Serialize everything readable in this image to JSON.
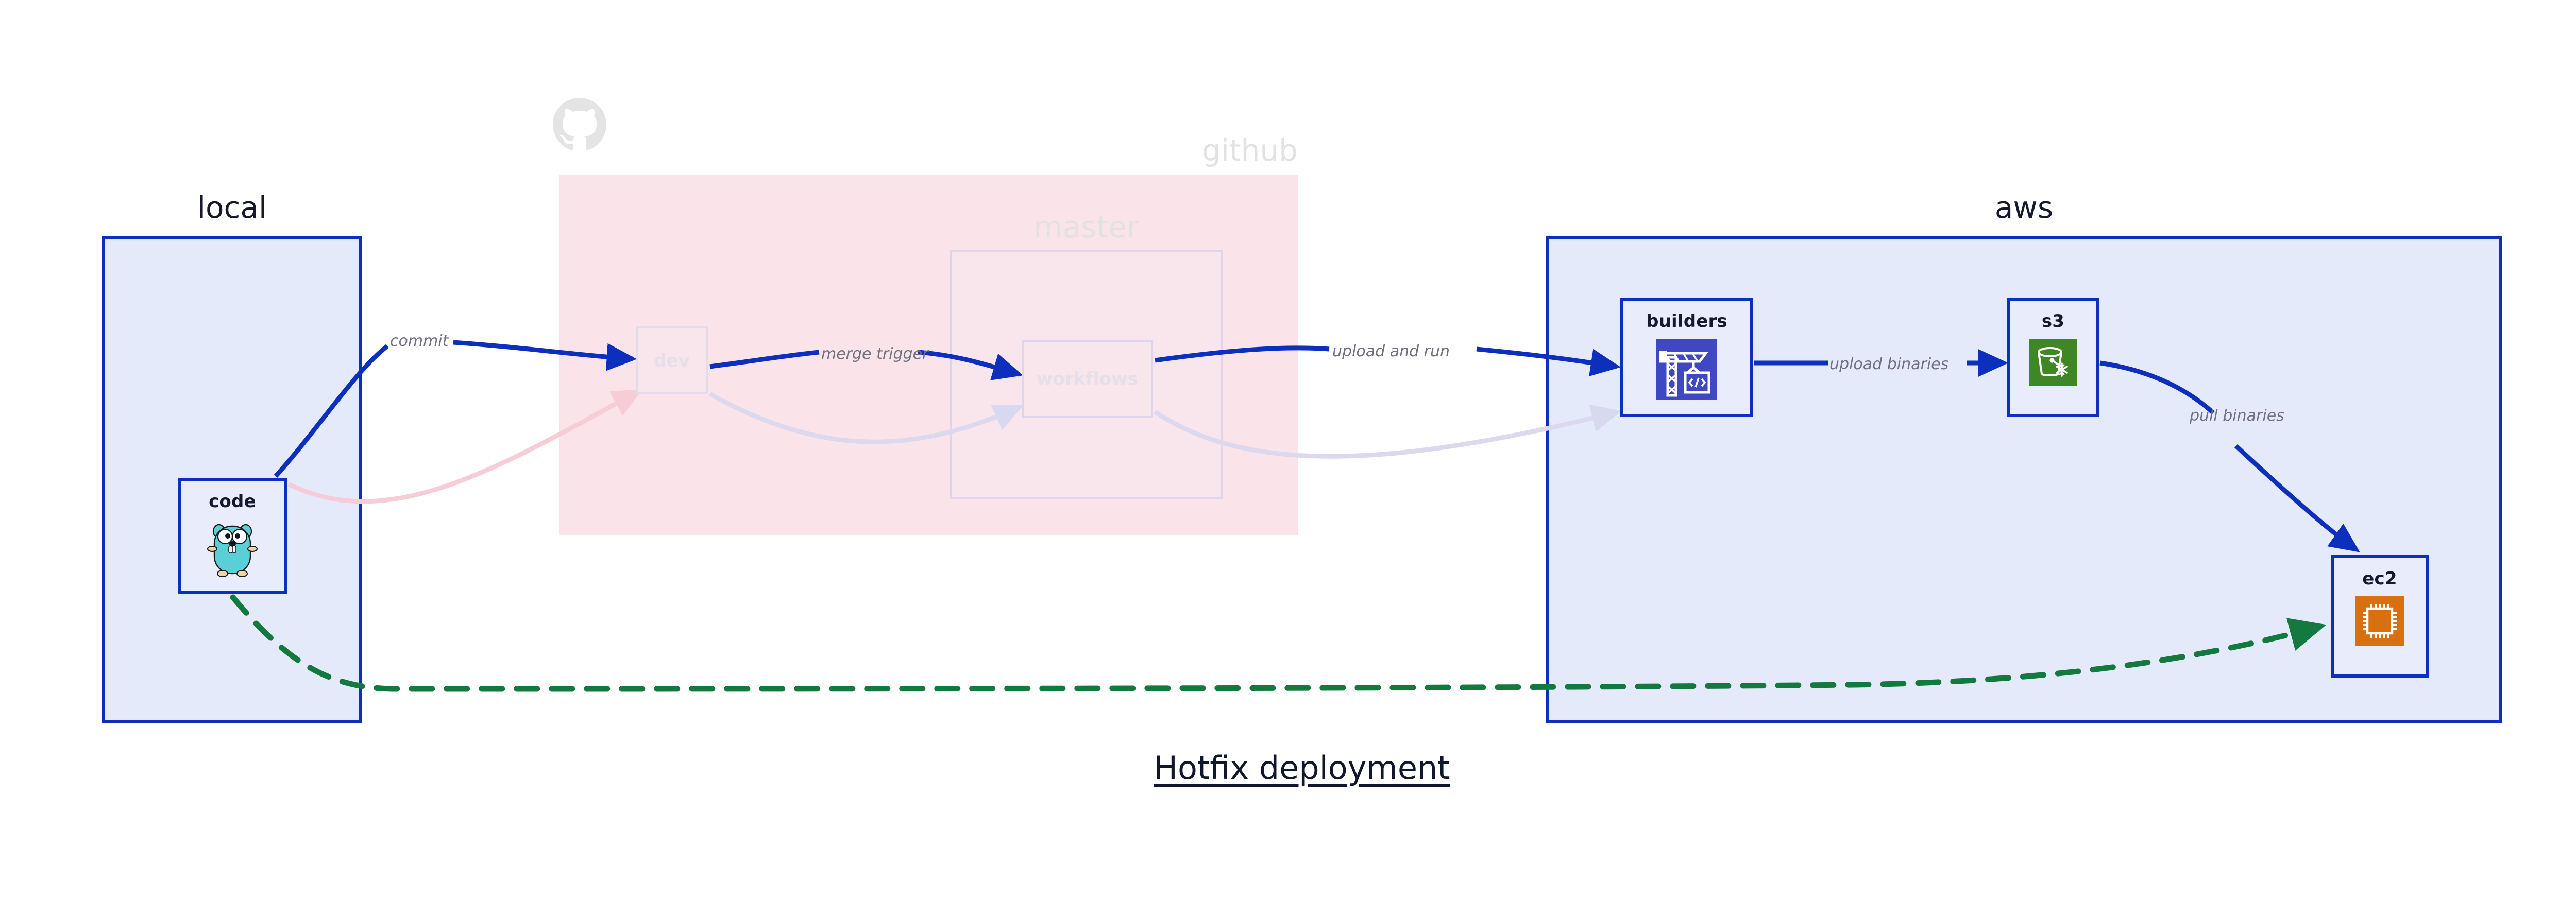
{
  "diagram": {
    "title": "Hotfix deployment",
    "clusters": [
      {
        "id": "local",
        "label": "local",
        "fill": "#e5eafb",
        "stroke": "#0d2fbd",
        "faded": false
      },
      {
        "id": "github",
        "label": "github",
        "fill": "#fae3e9",
        "stroke": "none",
        "faded": true
      },
      {
        "id": "master",
        "label": "master",
        "fill": "#f8e6ec",
        "stroke": "#ded5ea",
        "faded": true
      },
      {
        "id": "aws",
        "label": "aws",
        "fill": "#e5eafb",
        "stroke": "#0d2fbd",
        "faded": false
      }
    ],
    "nodes": [
      {
        "id": "code",
        "label": "code",
        "icon": "go-gopher-icon",
        "cluster": "local",
        "faded": false
      },
      {
        "id": "dev",
        "label": "dev",
        "icon": "none",
        "cluster": "github",
        "faded": true
      },
      {
        "id": "workflows",
        "label": "workflows",
        "icon": "none",
        "cluster": "master",
        "faded": true
      },
      {
        "id": "builders",
        "label": "builders",
        "icon": "aws-codebuild-icon",
        "cluster": "aws",
        "faded": false
      },
      {
        "id": "s3",
        "label": "s3",
        "icon": "aws-s3-glacier-icon",
        "cluster": "aws",
        "faded": false
      },
      {
        "id": "ec2",
        "label": "ec2",
        "icon": "aws-ec2-icon",
        "cluster": "aws",
        "faded": false
      }
    ],
    "edges": [
      {
        "id": "commit",
        "label": "commit",
        "from": "code",
        "to": "dev",
        "style": "solid",
        "color": "#0d2fbd"
      },
      {
        "id": "merge",
        "label": "merge trigger",
        "from": "dev",
        "to": "workflows",
        "style": "solid",
        "color": "#0d2fbd"
      },
      {
        "id": "uploadrun",
        "label": "upload and run",
        "from": "workflows",
        "to": "builders",
        "style": "solid",
        "color": "#0d2fbd"
      },
      {
        "id": "uploadbin",
        "label": "upload binaries",
        "from": "builders",
        "to": "s3",
        "style": "solid",
        "color": "#0d2fbd"
      },
      {
        "id": "pullbin",
        "label": "pull binaries",
        "from": "s3",
        "to": "ec2",
        "style": "solid",
        "color": "#0d2fbd"
      },
      {
        "id": "hotfix",
        "label": "",
        "from": "code",
        "to": "ec2",
        "style": "dashed",
        "color": "#13793f"
      }
    ],
    "colors": {
      "primary_blue": "#0d2fbd",
      "cluster_blue_fill": "#e5eafb",
      "github_pink_fill": "#fae3e9",
      "dashed_green": "#13793f",
      "label_gray": "#6e707f",
      "faded_text": "#e2e2e2",
      "node_fill": "#e9edfb",
      "ec2_orange": "#d9700f",
      "s3_green": "#3f8624",
      "codebuild_indigo": "#3f48c2",
      "gopher_teal": "#5bcfd8"
    }
  }
}
